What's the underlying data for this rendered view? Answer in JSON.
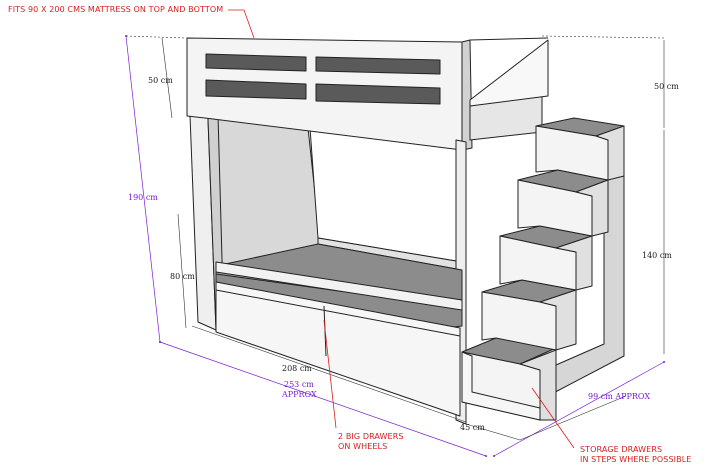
{
  "annotations": {
    "mattress_note": "FITS 90 X 200 CMS MATTRESS ON TOP AND BOTTOM",
    "drawers_note_line1": "2 BIG DRAWERS",
    "drawers_note_line2": "ON WHEELS",
    "storage_note_line1": "STORAGE DRAWERS",
    "storage_note_line2": "IN STEPS WHERE POSSIBLE"
  },
  "dimensions": {
    "top_guard_left": "50 cm",
    "top_guard_right": "50 cm",
    "total_height": "190 cm",
    "lower_bunk_height": "80 cm",
    "steps_height": "140 cm",
    "bed_length": "208 cm",
    "total_length_line1": "253 cm",
    "total_length_line2": "APPROX",
    "steps_width": "45 cm",
    "total_depth": "99 cm APPROX"
  },
  "colors": {
    "dimension_purple": "#7a1fd6",
    "note_red": "#d81e1e",
    "wood_light": "#f5f5f5",
    "wood_shade": "#cfcfcf",
    "mattress_base": "#8a8a8a"
  }
}
